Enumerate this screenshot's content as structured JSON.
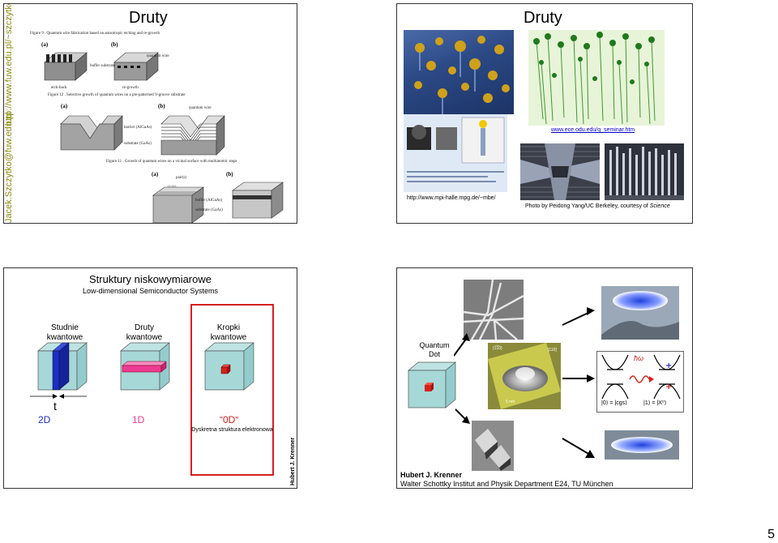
{
  "slides": {
    "s1": {
      "title": "Druty",
      "side_email": "Jacek.Szczytko@fuw.edu.pl",
      "side_web": "http://www.fuw.edu.pl/~szczytko",
      "fig9_caption": "Figure 9 . Quantum wire fabrication based on anisotropic etching and re-growth",
      "fig12_caption": "Figure 12 . Selective growth of quantum wires on a pre-patterned V-groove substrate",
      "fig11_caption": "Figure 11 . Growth of quantum wires on a vicinal surface with multiatomic steps",
      "labels": {
        "a": "(a)",
        "b": "(b)",
        "buffer_substrate": "buffer substrate",
        "quantum_wire": "quantum wire",
        "etch": "etch-back",
        "regrowth": "re-growth",
        "barrier": "barrier (AlGaAs)",
        "substrate": "substrate (GaAs)",
        "step": "(111)",
        "qwire": "quantum wire",
        "pair": "pair(s)",
        "buffer2": "buffer (AlGaAs)",
        "substrate2": "substrate (GaAs)"
      }
    },
    "s2": {
      "title": "Druty",
      "link_left": "http://www.mpi-halle.mpg.de/~mbe/",
      "link_right": "www.ece.odu.edu/q_seminar.htm",
      "credit_prefix": "Photo by Peidong Yang/UC Berkeley, courtesy of ",
      "credit_journal": "Science"
    },
    "s3": {
      "title": "Struktury niskowymiarowe",
      "subtitle": "Low-dimensional Semiconductor Systems",
      "col1_line1": "Studnie",
      "col1_line2": "kwantowe",
      "col2_line1": "Druty",
      "col2_line2": "kwantowe",
      "col3_line1": "Kropki",
      "col3_line2": "kwantowe",
      "thickness": "t",
      "dim1": "2D",
      "dim2": "1D",
      "dim3": "“0D“",
      "discrete": "Dyskretna struktura elektronowa",
      "author_vertical": "Hubert J. Krenner"
    },
    "s4": {
      "qd_line1": "Quantum",
      "qd_line2": "Dot",
      "author": "Hubert J. Krenner",
      "institute": "Walter Schottky Institut and Physik Department E24, TU München",
      "afm_label_left": "(1̅1̅0)",
      "afm_label_right": "[110]",
      "afm_scale": "5 nm",
      "hw": "ħω",
      "state0": "|0⟩ = |cgs⟩",
      "state1": "|1⟩ = |X⁰⟩"
    }
  },
  "page": {
    "number": "5"
  },
  "colors": {
    "well_blue": "#1a2fc4",
    "wire_pink": "#ee3a90",
    "dot_red": "#d6201a",
    "frame_red": "#d42020",
    "link_blue": "#0000cc",
    "side_olive": "#8a8a10"
  }
}
